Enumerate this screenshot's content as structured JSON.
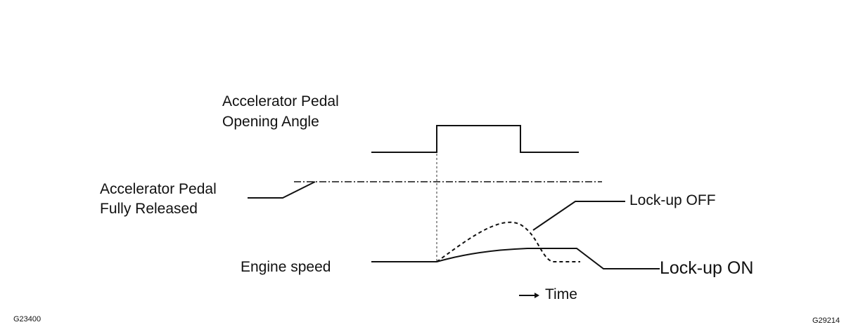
{
  "labels": {
    "pedal_angle_line1": "Accelerator Pedal",
    "pedal_angle_line2": "Opening Angle",
    "pedal_released_line1": "Accelerator Pedal",
    "pedal_released_line2": "Fully Released",
    "lockup_off": "Lock-up OFF",
    "lockup_on": "Lock-up ON",
    "engine_speed": "Engine speed",
    "time_axis": "Time",
    "time_arrow_icon": "right-arrow-icon"
  },
  "figure_codes": {
    "left": "G23400",
    "right": "G29214"
  },
  "colors": {
    "line": "#111111",
    "background": "#ffffff"
  }
}
